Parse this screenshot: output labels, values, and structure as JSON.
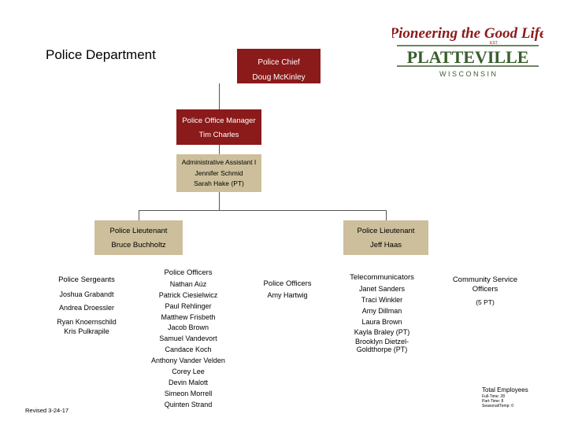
{
  "title": "Police Department",
  "chief": {
    "title": "Police Chief",
    "name": "Doug McKinley"
  },
  "office_manager": {
    "title": "Police Office Manager",
    "name": "Tim Charles"
  },
  "admin": {
    "title": "Administrative Assistant I",
    "names": [
      "Jennifer Schmid",
      "Sarah Hake (PT)"
    ]
  },
  "lieutenant_left": {
    "title": "Police Lieutenant",
    "name": "Bruce Buchholtz"
  },
  "lieutenant_right": {
    "title": "Police Lieutenant",
    "name": "Jeff Haas"
  },
  "sergeants": {
    "header": "Police Sergeants",
    "names": [
      "Joshua Grabandt",
      "Andrea Droessler",
      "Ryan Knoernschild",
      "Kris Pulkrapile"
    ]
  },
  "officers_left": {
    "header": "Police Officers",
    "names": [
      "Nathan Aúz",
      "Patrick Ciesielwicz",
      "Paul Rehlinger",
      "Matthew Frisbeth",
      "Jacob Brown",
      "Samuel Vandevort",
      "Candace Koch",
      "Anthony Vander Velden",
      "Corey Lee",
      "Devin Malott",
      "Simeon Morrell",
      "Quinten Strand"
    ]
  },
  "officers_right": {
    "header": "Police Officers",
    "names": [
      "Amy Hartwig"
    ]
  },
  "telecom": {
    "header": "Telecommunicators",
    "names": [
      "Janet Sanders",
      "Traci Winkler",
      "Amy Dillman",
      "Laura Brown",
      "Kayla Braley (PT)",
      "Brooklyn Dietzel-",
      "Goldthorpe (PT)"
    ]
  },
  "cso": {
    "header_lines": [
      "Community Service",
      "Officers"
    ],
    "names": [
      "(5 PT)"
    ]
  },
  "revised": "Revised 3-24-17",
  "totals": {
    "header": "Total Employees",
    "lines": [
      "Full-Time: 28",
      "Part-Time: 8",
      "Seasonal/Temp: 0"
    ]
  },
  "logo": {
    "tagline": "Pioneering the Good Life",
    "est": "EST.",
    "city": "PLATTEVILLE",
    "state": "W I S C O N S I N"
  },
  "colors": {
    "dark_red": "#8b1a1a",
    "tan": "#cdbf9b",
    "logo_green": "#3a5e2f"
  }
}
